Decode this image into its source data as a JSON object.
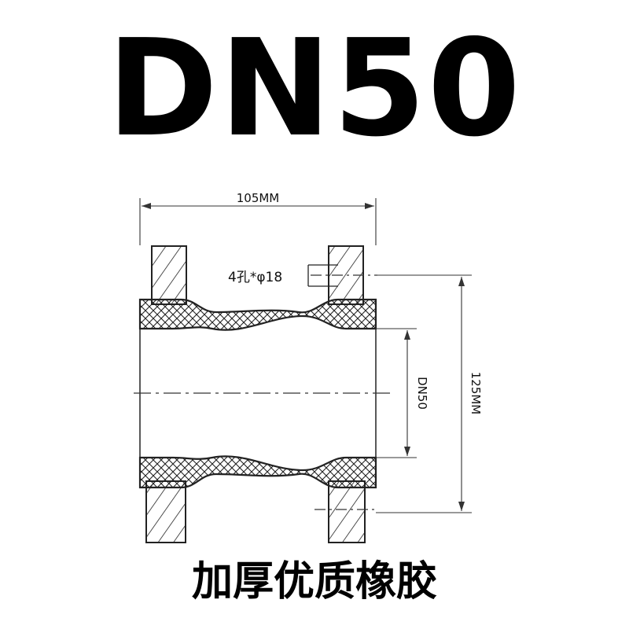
{
  "title": "DN50",
  "caption": "加厚优质橡胶",
  "dimensions": {
    "length": "105MM",
    "flange_height": "125MM",
    "bore": "DN50",
    "holes": "4孔*φ18"
  },
  "colors": {
    "ink": "#000000",
    "line": "#222222",
    "background": "#ffffff"
  }
}
